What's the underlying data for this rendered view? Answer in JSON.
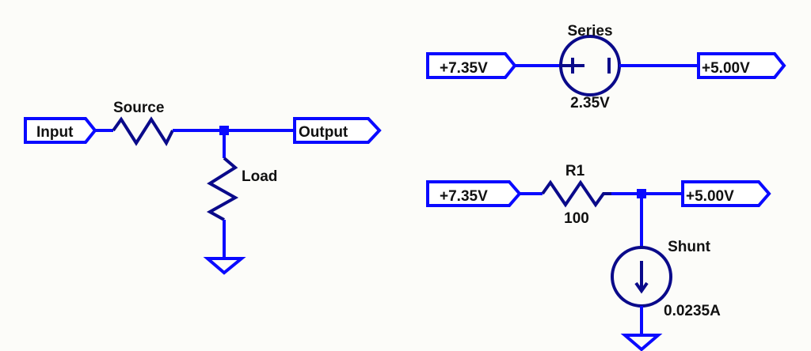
{
  "left_circuit": {
    "input_port": "Input",
    "output_port": "Output",
    "source_resistor": "Source",
    "load_resistor": "Load"
  },
  "series_circuit": {
    "input_port": "+7.35V",
    "output_port": "+5.00V",
    "source_name": "Series",
    "source_value": "2.35V"
  },
  "shunt_circuit": {
    "input_port": "+7.35V",
    "output_port": "+5.00V",
    "resistor_name": "R1",
    "resistor_value": "100",
    "source_name": "Shunt",
    "source_value": "0.0235A"
  },
  "colors": {
    "wire": "#0a0aff",
    "component": "#0a0a8a"
  }
}
